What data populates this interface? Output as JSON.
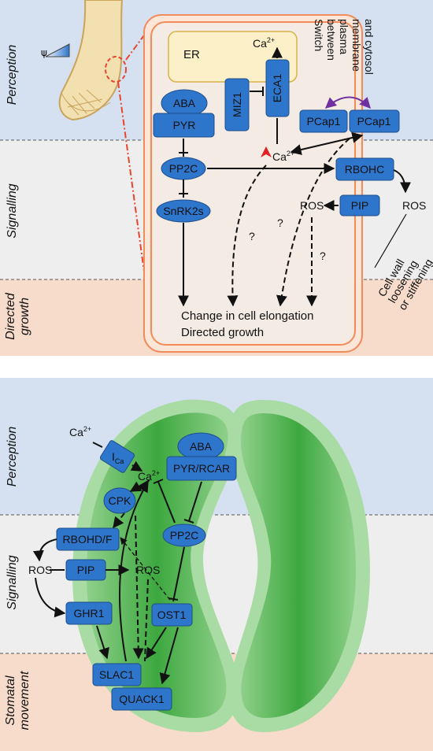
{
  "colors": {
    "perception_band": "#d5e1f1",
    "signalling_band": "#eeeeee",
    "growth_band": "#f8dccb",
    "node_fill": "#2e75cc",
    "node_stroke": "#1f4e8a",
    "cell_wall": "#f4a884",
    "er_fill": "#fbf0c8",
    "guard_cell": "#4caf50",
    "red_dash": "#e8452c",
    "purple_arrow": "#7030a0"
  },
  "top_panel": {
    "side_labels": {
      "perception": "Perception",
      "signalling": "Signalling",
      "directed": "Directed",
      "growth": "growth"
    },
    "psi_symbol": "ψ",
    "er": "ER",
    "ca_er": "Ca",
    "ca_cyt": "Ca",
    "ca_sup": "2+",
    "nodes": {
      "aba": "ABA",
      "pyr": "PYR",
      "miz1": "MIZ1",
      "eca1": "ECA1",
      "pcap1_a": "PCap1",
      "pcap1_b": "PCap1",
      "pp2c": "PP2C",
      "rbohc": "RBOHC",
      "snrk2s": "SnRK2s",
      "pip": "PIP"
    },
    "switch_lines": [
      "Switch",
      "between",
      "plasma",
      "membrane",
      "and cytosol"
    ],
    "ros_left": "ROS",
    "ros_right": "ROS",
    "question": "?",
    "wall_lines": [
      "Cell wall",
      "loosening",
      "or stiffening"
    ],
    "outcome_1": "Change in cell elongation",
    "outcome_2": "Directed growth"
  },
  "bottom_panel": {
    "side_labels": {
      "perception": "Perception",
      "signalling": "Signalling",
      "stomatal": "Stomatal",
      "movement": "movement"
    },
    "ca_in": "Ca",
    "ca_mid": "Ca",
    "ca_sup": "2+",
    "ica": "I",
    "ica_sub": "Ca",
    "nodes": {
      "aba": "ABA",
      "pyr_rcar": "PYR/RCAR",
      "cpk": "CPK",
      "pp2c": "PP2C",
      "rbohd": "RBOHD/F",
      "pip": "PIP",
      "ghr1": "GHR1",
      "ost1": "OST1",
      "slac1": "SLAC1",
      "quack1": "QUACK1"
    },
    "ros_left": "ROS",
    "ros_mid": "ROS"
  }
}
